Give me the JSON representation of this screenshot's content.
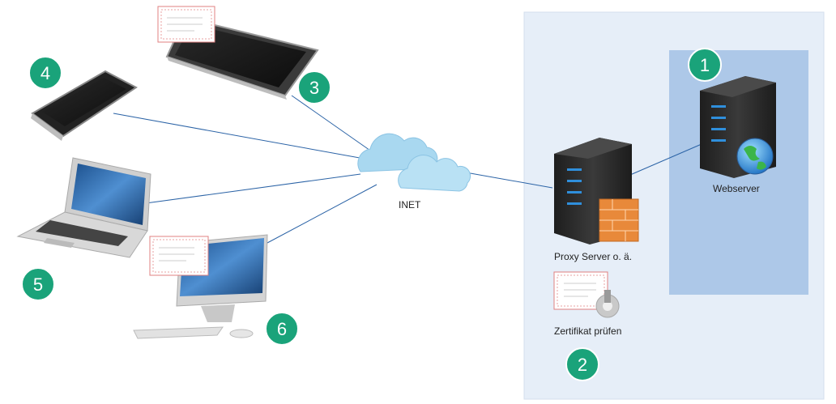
{
  "labels": {
    "inet": "INET",
    "webserver": "Webserver",
    "proxy": "Proxy Server o. ä.",
    "cert_check": "Zertifikat prüfen"
  },
  "badges": {
    "b1": "1",
    "b2": "2",
    "b3": "3",
    "b4": "4",
    "b5": "5",
    "b6": "6"
  },
  "colors": {
    "zone_outer": "#e6eef8",
    "zone_inner": "#adc8e8",
    "badge": "#1aa37a",
    "link_line": "#2b63a6",
    "cloud": "#a9d8f0",
    "server_body": "#2c2c2c",
    "server_led": "#2f8fdc",
    "firewall": "#e8893a"
  }
}
